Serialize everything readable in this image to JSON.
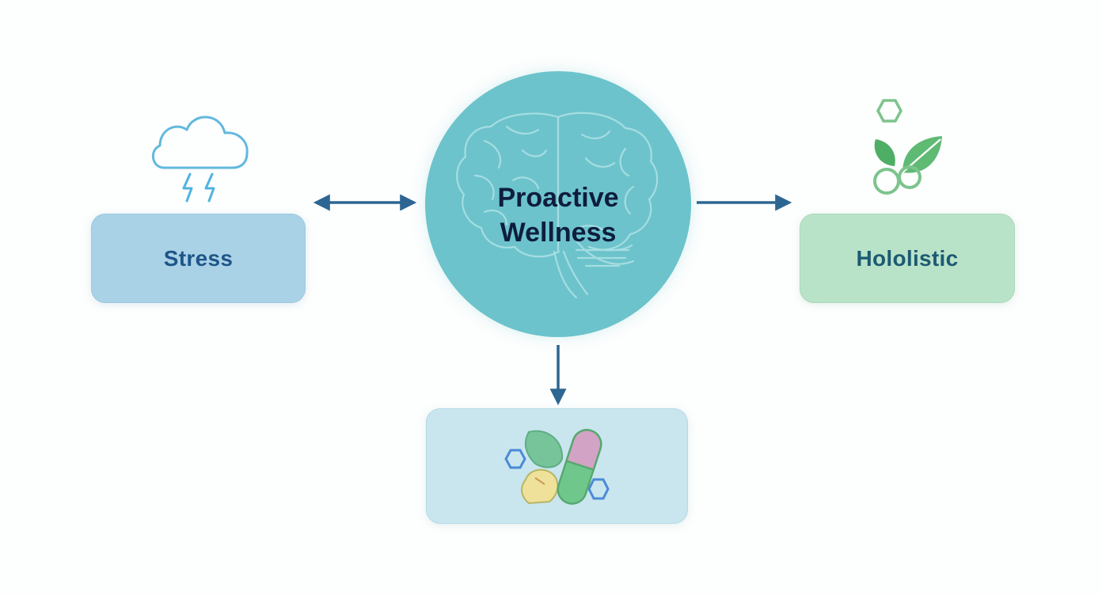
{
  "nodes": {
    "center": {
      "line1": "Proactive",
      "line2": "Wellness"
    },
    "stress": {
      "label": "Stress"
    },
    "holistic": {
      "label": "Hololistic"
    },
    "supplements": {
      "label": ""
    }
  },
  "edges": [
    {
      "from": "stress",
      "to": "center",
      "style": "double-arrow"
    },
    {
      "from": "center",
      "to": "holistic",
      "style": "arrow"
    },
    {
      "from": "center",
      "to": "supplements",
      "style": "arrow"
    }
  ],
  "icons": {
    "center": "brain-icon",
    "stress": "storm-cloud-icon",
    "holistic": "leaf-molecule-icon",
    "supplements": "capsule-leaf-icon"
  },
  "colors": {
    "arrow": "#2d6692",
    "circle": "#6cc3cb",
    "stress_box": "#aad2e7",
    "holistic_box": "#b9e3c8",
    "supplements_box": "#c9e6ef",
    "title_text": "#0e1d3e"
  }
}
